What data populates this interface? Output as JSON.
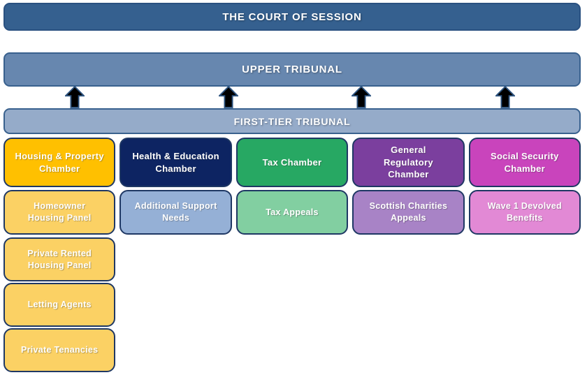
{
  "title_bars": {
    "court_of_session": "THE COURT OF SESSION",
    "upper_tribunal": "UPPER TRIBUNAL",
    "first_tier_tribunal": "FIRST-TIER TRIBUNAL"
  },
  "colors": {
    "court_bar_bg": "#35608F",
    "upper_bar_bg": "#6787AF",
    "first_tier_bar_bg": "#95ABC9",
    "bar_border": "#39618E",
    "box_border": "#1F3864",
    "arrow_fill": "#000000",
    "arrow_outline": "#2E5480"
  },
  "chambers": [
    {
      "label": "Housing & Property Chamber",
      "color": "#FFC000"
    },
    {
      "label": "Health & Education Chamber",
      "color": "#0D2462"
    },
    {
      "label": "Tax Chamber",
      "color": "#27A863"
    },
    {
      "label": "General Regulatory Chamber",
      "color": "#7B3F9E"
    },
    {
      "label": "Social Security Chamber",
      "color": "#C944BC"
    }
  ],
  "jurisdictions": [
    {
      "label": "Homeowner Housing Panel",
      "color": "#FBD164"
    },
    {
      "label": "Additional Support Needs",
      "color": "#95B0D6"
    },
    {
      "label": "Tax Appeals",
      "color": "#82CFA1"
    },
    {
      "label": "Scottish Charities Appeals",
      "color": "#A883C6"
    },
    {
      "label": "Wave 1 Devolved Benefits",
      "color": "#E289D5"
    }
  ],
  "housing_panels": [
    {
      "label": "Private Rented Housing Panel",
      "color": "#FBD164"
    },
    {
      "label": "Letting Agents",
      "color": "#FBD164"
    },
    {
      "label": "Private Tenancies",
      "color": "#FBD164"
    }
  ]
}
